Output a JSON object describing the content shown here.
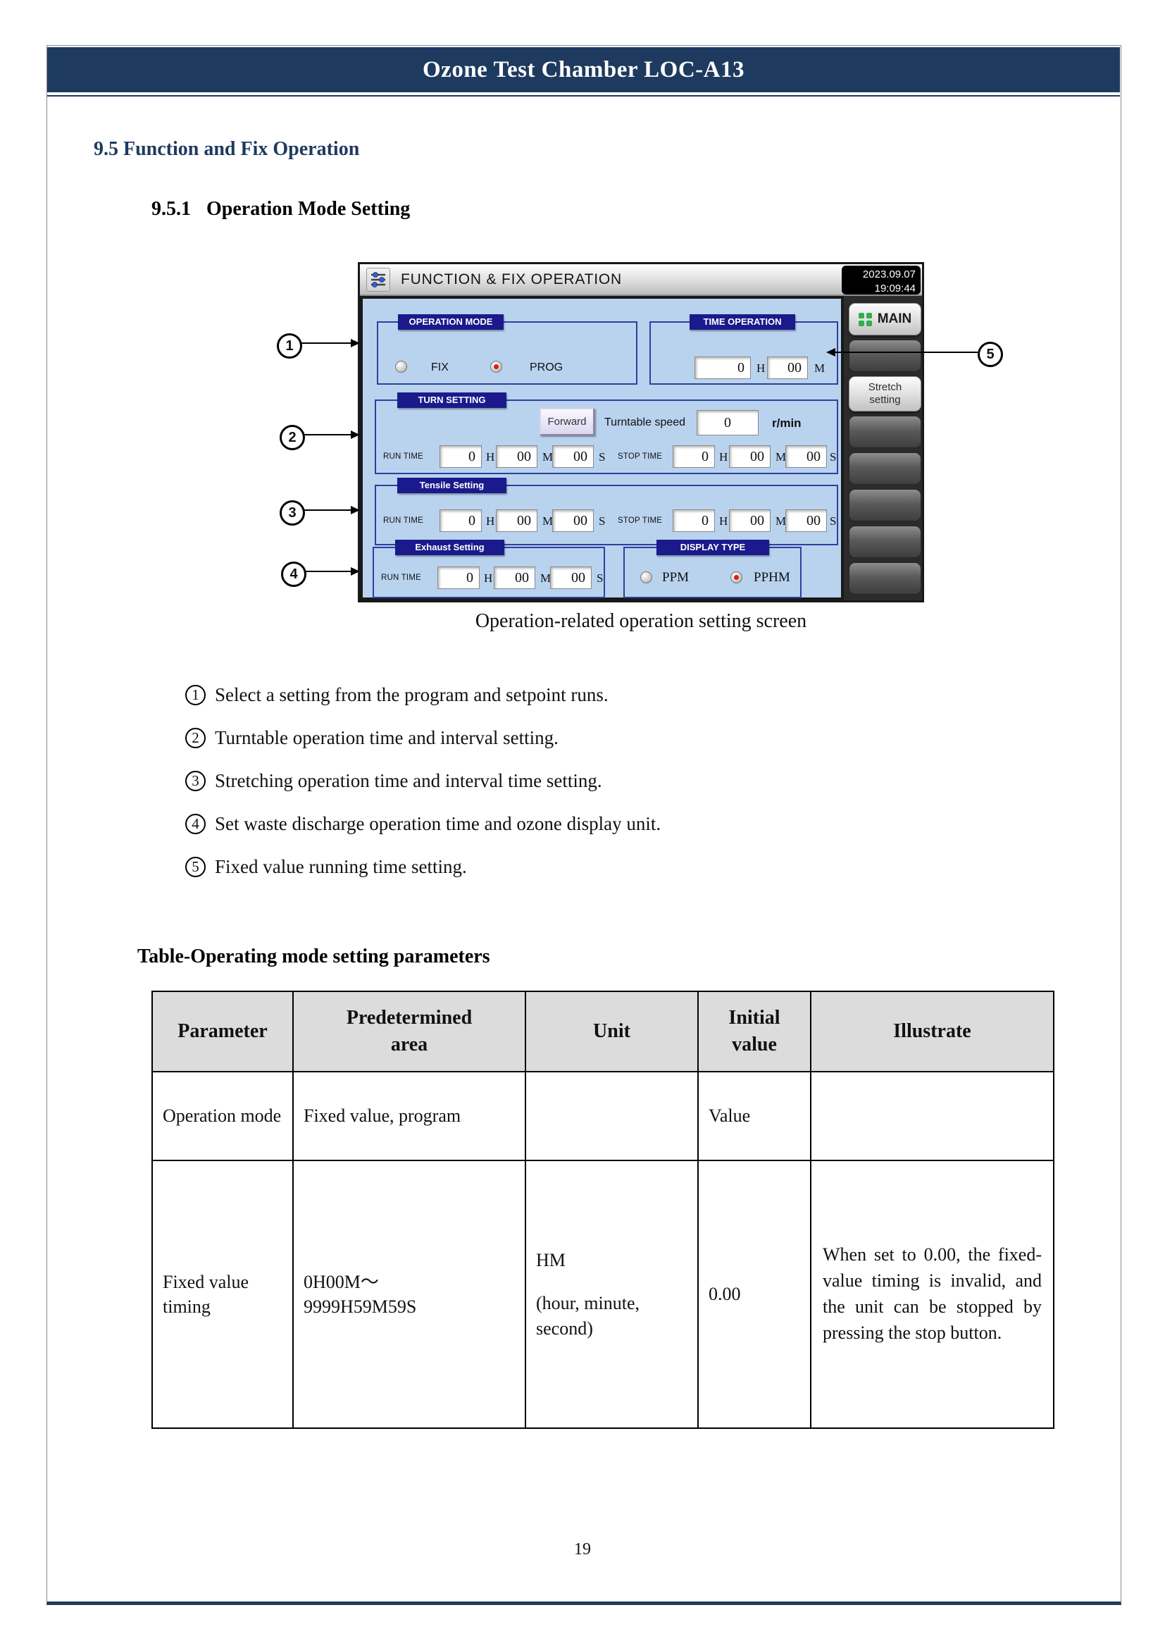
{
  "page": {
    "banner": "Ozone Test Chamber LOC-A13",
    "section": {
      "number": "9.5",
      "title": "Function and Fix Operation"
    },
    "subsection": {
      "number": "9.5.1",
      "title": "Operation Mode Setting"
    },
    "figure_caption": "Operation-related operation setting screen",
    "table_heading": "Table-Operating mode setting parameters",
    "page_number": "19"
  },
  "screenshot": {
    "title": "FUNCTION & FIX OPERATION",
    "datetime": {
      "date": "2023.09.07",
      "time": "19:09:44"
    },
    "sidebar": {
      "main": "MAIN",
      "stretch_line1": "Stretch",
      "stretch_line2": "setting"
    },
    "labels": {
      "run_time": "RUN TIME",
      "stop_time": "STOP TIME",
      "h": "H",
      "m": "M",
      "s": "S"
    },
    "operation_mode": {
      "title": "OPERATION MODE",
      "fix_label": "FIX",
      "fix_selected": false,
      "prog_label": "PROG",
      "prog_selected": true
    },
    "time_operation": {
      "title": "TIME OPERATION",
      "hours": "0",
      "minutes": "00"
    },
    "turn_setting": {
      "title": "TURN SETTING",
      "direction_button": "Forward",
      "speed_label": "Turntable speed",
      "speed_value": "0",
      "speed_unit": "r/min",
      "run": {
        "h": "0",
        "m": "00",
        "s": "00"
      },
      "stop": {
        "h": "0",
        "m": "00",
        "s": "00"
      }
    },
    "tensile_setting": {
      "title": "Tensile Setting",
      "run": {
        "h": "0",
        "m": "00",
        "s": "00"
      },
      "stop": {
        "h": "0",
        "m": "00",
        "s": "00"
      }
    },
    "exhaust_setting": {
      "title": "Exhaust Setting",
      "run": {
        "h": "0",
        "m": "00",
        "s": "00"
      }
    },
    "display_type": {
      "title": "DISPLAY TYPE",
      "ppm_label": "PPM",
      "ppm_selected": false,
      "pphm_label": "PPHM",
      "pphm_selected": true
    }
  },
  "callouts": {
    "c1": "1",
    "c2": "2",
    "c3": "3",
    "c4": "4",
    "c5": "5"
  },
  "notes": [
    {
      "num": "1",
      "text": "Select a setting from the program and setpoint runs."
    },
    {
      "num": "2",
      "text": "Turntable operation time and interval setting."
    },
    {
      "num": "3",
      "text": "Stretching operation time and interval time setting."
    },
    {
      "num": "4",
      "text": "Set waste discharge operation time and ozone display unit."
    },
    {
      "num": "5",
      "text": "Fixed value running time setting."
    }
  ],
  "table": {
    "columns": [
      "Parameter",
      "Predetermined\narea",
      "Unit",
      "Initial\nvalue",
      "Illustrate"
    ],
    "rows": [
      {
        "parameter": "Operation mode",
        "area": "Fixed value, program",
        "unit": "",
        "initial": "Value",
        "illustrate": ""
      },
      {
        "parameter": "Fixed value timing",
        "area_line1": "0H00M～",
        "area_line2": "9999H59M59S",
        "unit_line1": "HM",
        "unit_line2": "(hour, minute, second)",
        "initial": "0.00",
        "illustrate": "When set to 0.00, the fixed-value timing is invalid, and the unit can be stopped by pressing the stop button."
      }
    ]
  },
  "colors": {
    "banner_navy": "#1e3a5f",
    "chip_navy": "#1a1a8c",
    "panel_blue": "#b9d3ef",
    "selected_red": "#d3230c",
    "main_green": "#2fae4e"
  }
}
